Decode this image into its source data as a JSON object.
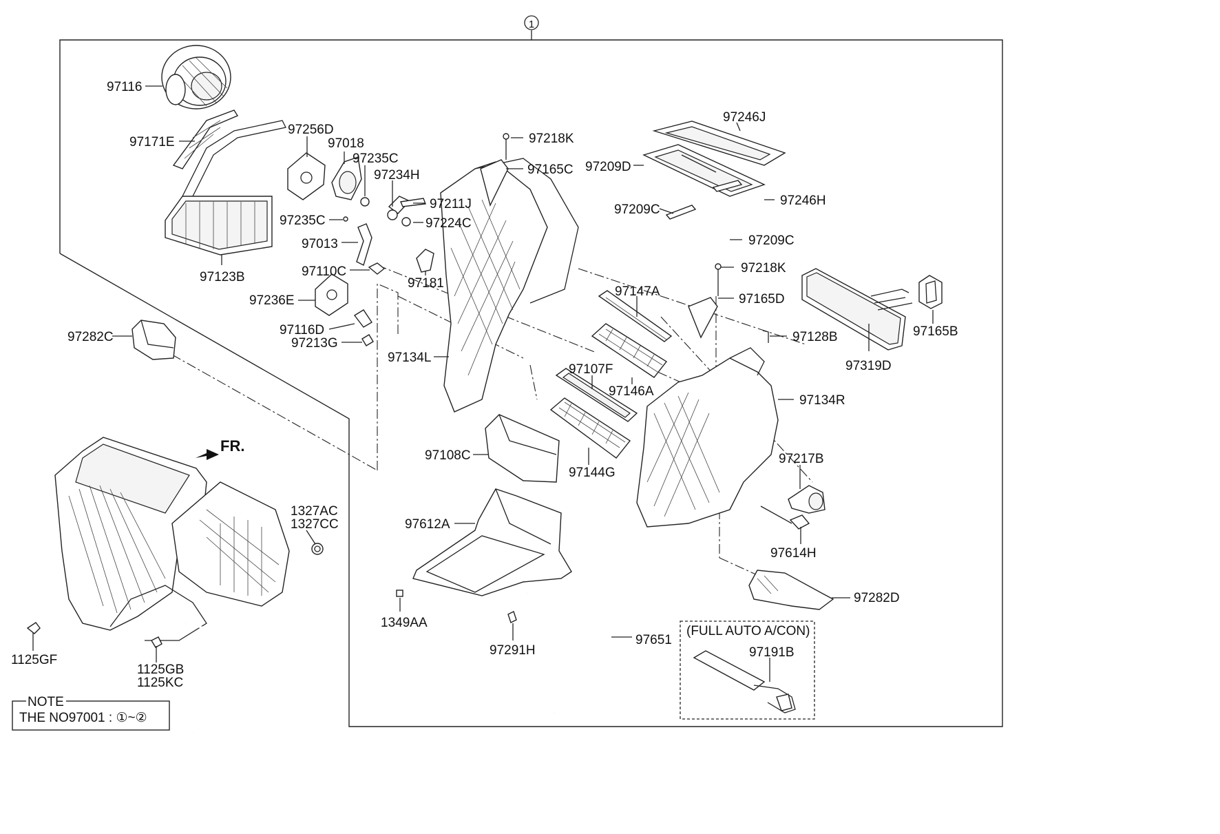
{
  "callouts": {
    "circle_top": "1",
    "p97116": "97116",
    "p97171E": "97171E",
    "p97256D": "97256D",
    "p97018": "97018",
    "p97235C_a": "97235C",
    "p97234H": "97234H",
    "p97211J": "97211J",
    "p97235C_b": "97235C",
    "p97224C": "97224C",
    "p97013": "97013",
    "p97123B": "97123B",
    "p97110C": "97110C",
    "p97181": "97181",
    "p97236E": "97236E",
    "p97116D": "97116D",
    "p97213G": "97213G",
    "p97282C": "97282C",
    "p97134L": "97134L",
    "p97218K_a": "97218K",
    "p97165C": "97165C",
    "p97246J": "97246J",
    "p97209D": "97209D",
    "p97209C_a": "97209C",
    "p97246H": "97246H",
    "p97209C_b": "97209C",
    "p97218K_b": "97218K",
    "p97165D": "97165D",
    "p97147A": "97147A",
    "p97128B": "97128B",
    "p97165B": "97165B",
    "p97319D": "97319D",
    "p97107F": "97107F",
    "p97146A": "97146A",
    "p97134R": "97134R",
    "p97108C": "97108C",
    "p97144G": "97144G",
    "p97217B": "97217B",
    "p97612A": "97612A",
    "p97614H": "97614H",
    "p97282D": "97282D",
    "p1349AA": "1349AA",
    "p97291H": "97291H",
    "p97651": "97651",
    "p97191B": "97191B",
    "p1327AC": "1327AC",
    "p1327CC": "1327CC",
    "p1125GF": "1125GF",
    "p1125GB": "1125GB",
    "p1125KC": "1125KC"
  },
  "labels": {
    "front": "FR.",
    "full_auto": "(FULL AUTO A/CON)"
  },
  "note": {
    "title": "NOTE",
    "text": "THE NO97001 : ①~②"
  }
}
